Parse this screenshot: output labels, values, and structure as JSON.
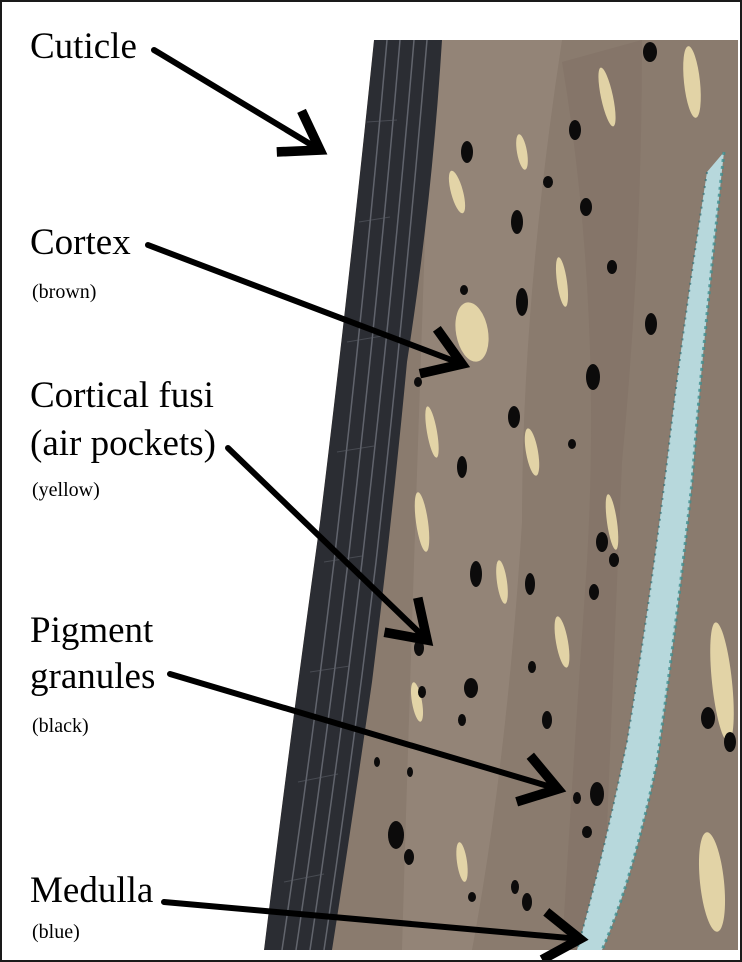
{
  "labels": {
    "cuticle": {
      "title": "Cuticle"
    },
    "cortex": {
      "title": "Cortex",
      "note": "(brown)"
    },
    "fusi": {
      "title_line1": "Cortical fusi",
      "title_line2": "(air pockets)",
      "note": "(yellow)"
    },
    "pigment": {
      "title_line1": "Pigment",
      "title_line2": "granules",
      "note": "(black)"
    },
    "medulla": {
      "title": "Medulla",
      "note": "(blue)"
    }
  },
  "colors": {
    "cuticle": "#2b2d33",
    "cortex": "#8a7b6e",
    "fusi": "#f2e3b0",
    "pigment": "#0c0b0b",
    "medulla": "#b7d8dc",
    "arrow": "#000000"
  }
}
